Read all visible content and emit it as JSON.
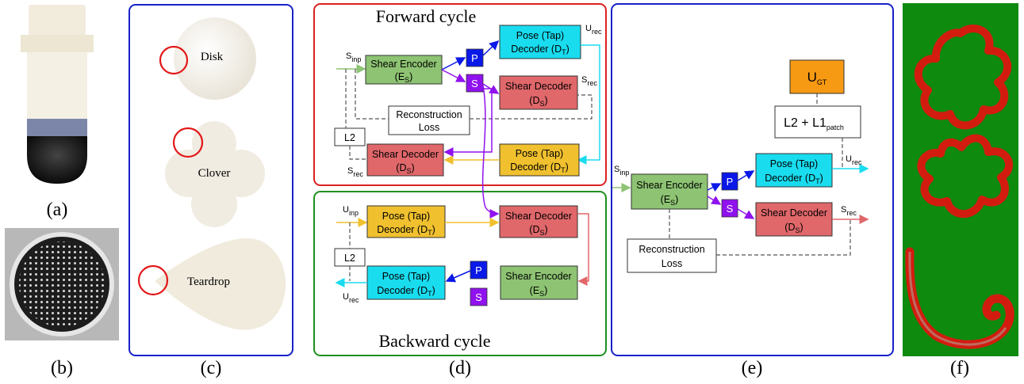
{
  "panel_labels": {
    "a": "(a)",
    "b": "(b)",
    "c": "(c)",
    "d": "(d)",
    "e": "(e)",
    "f": "(f)"
  },
  "shapes": {
    "disk": "Disk",
    "clover": "Clover",
    "teardrop": "Teardrop"
  },
  "cycles": {
    "forward": "Forward cycle",
    "backward": "Backward cycle"
  },
  "modules": {
    "shear_encoder": "Shear Encoder",
    "shear_decoder": "Shear Decoder",
    "pose_decoder": "Pose (Tap)",
    "decoder_word": "Decoder",
    "reconstruction": "Reconstruction",
    "loss": "Loss",
    "l2": "L2",
    "l2_l1": "L2 + L1",
    "patch": "patch",
    "P": "P",
    "S": "S",
    "U": "U",
    "S_sym": "S",
    "E_S": "E",
    "D_S": "D",
    "D_T": "D",
    "sub_S": "S",
    "sub_T": "T",
    "sub_inp": "inp",
    "sub_rec": "rec",
    "sub_GT": "GT"
  },
  "colors": {
    "encoder_green": "#8dc372",
    "decoder_red": "#e0676a",
    "pose_cyan": "#19dcef",
    "pose_gold": "#f0c02e",
    "gt_orange": "#f79a13",
    "p_blue": "#0a18e8",
    "s_purple": "#9012ee",
    "frame_blue": "#1722c8",
    "frame_red": "#dd2020",
    "frame_green": "#1f8f1f",
    "bg_green": "#0e8a0e",
    "contour_red": "#e81010"
  }
}
